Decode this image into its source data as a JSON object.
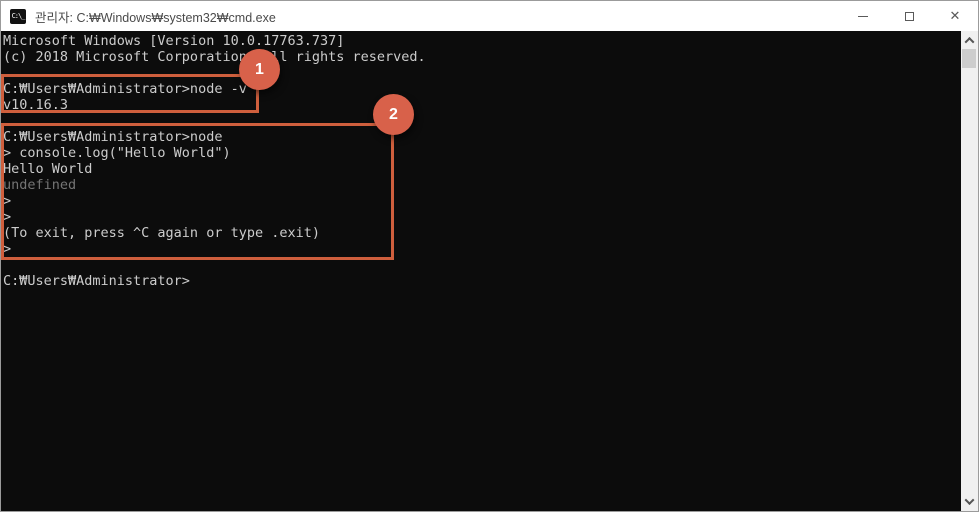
{
  "window": {
    "icon_glyph": "C:\\_",
    "title": "관리자: C:₩Windows₩system32₩cmd.exe",
    "controls": {
      "minimize_label": "minimize",
      "maximize_label": "maximize",
      "close_label": "close",
      "close_glyph": "✕"
    }
  },
  "terminal": {
    "lines": [
      {
        "text": "Microsoft Windows [Version 10.0.17763.737]",
        "dim": false
      },
      {
        "text": "(c) 2018 Microsoft Corporation. All rights reserved.",
        "dim": false
      },
      {
        "text": "",
        "dim": false
      },
      {
        "text": "C:₩Users₩Administrator>node -v",
        "dim": false
      },
      {
        "text": "v10.16.3",
        "dim": false
      },
      {
        "text": "",
        "dim": false
      },
      {
        "text": "C:₩Users₩Administrator>node",
        "dim": false
      },
      {
        "text": "> console.log(\"Hello World\")",
        "dim": false
      },
      {
        "text": "Hello World",
        "dim": false
      },
      {
        "text": "undefined",
        "dim": true
      },
      {
        "text": ">",
        "dim": false
      },
      {
        "text": ">",
        "dim": false
      },
      {
        "text": "(To exit, press ^C again or type .exit)",
        "dim": false
      },
      {
        "text": ">",
        "dim": false
      },
      {
        "text": "",
        "dim": false
      },
      {
        "text": "C:₩Users₩Administrator>",
        "dim": false
      }
    ]
  },
  "annotations": [
    {
      "label": "1"
    },
    {
      "label": "2"
    }
  ],
  "colors": {
    "terminal_bg": "#0c0c0c",
    "terminal_text": "#cccccc",
    "terminal_dim_text": "#757575",
    "titlebar_bg": "#ffffff",
    "titlebar_text": "#4a4a4a",
    "annotation_box_border": "#cf5f3d",
    "annotation_badge_bg": "#d8614a",
    "scrollbar_track": "#f0f0f0",
    "scrollbar_thumb": "#cdcdcd"
  }
}
